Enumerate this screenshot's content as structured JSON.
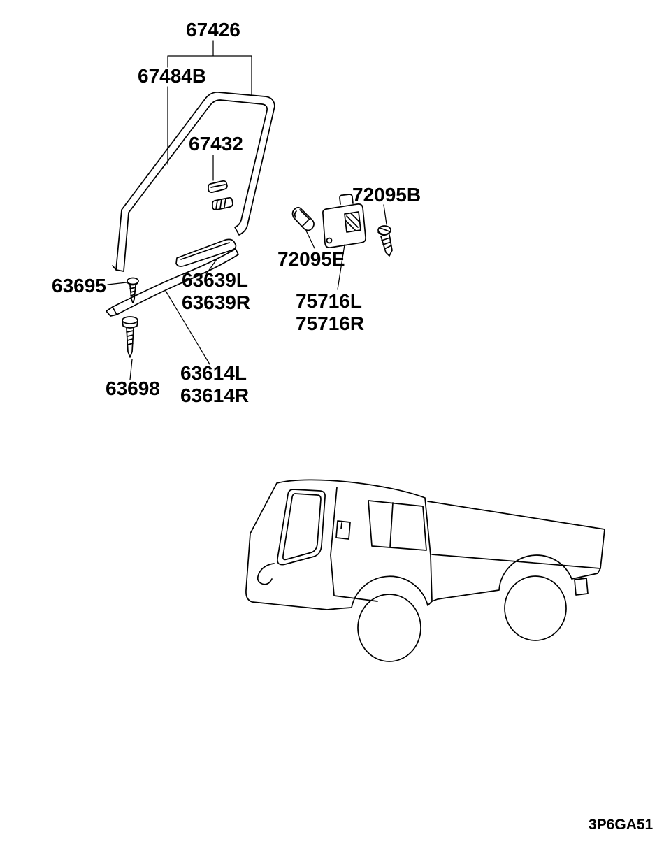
{
  "labels": {
    "l67426": "67426",
    "l67484B": "67484B",
    "l67432": "67432",
    "l72095B": "72095B",
    "l72095E": "72095E",
    "l63695": "63695",
    "l63639L": "63639L",
    "l63639R": "63639R",
    "l75716L": "75716L",
    "l75716R": "75716R",
    "l63698": "63698",
    "l63614L": "63614L",
    "l63614R": "63614R"
  },
  "page_code": "3P6GA51",
  "colors": {
    "line": "#000000",
    "background": "#ffffff"
  }
}
